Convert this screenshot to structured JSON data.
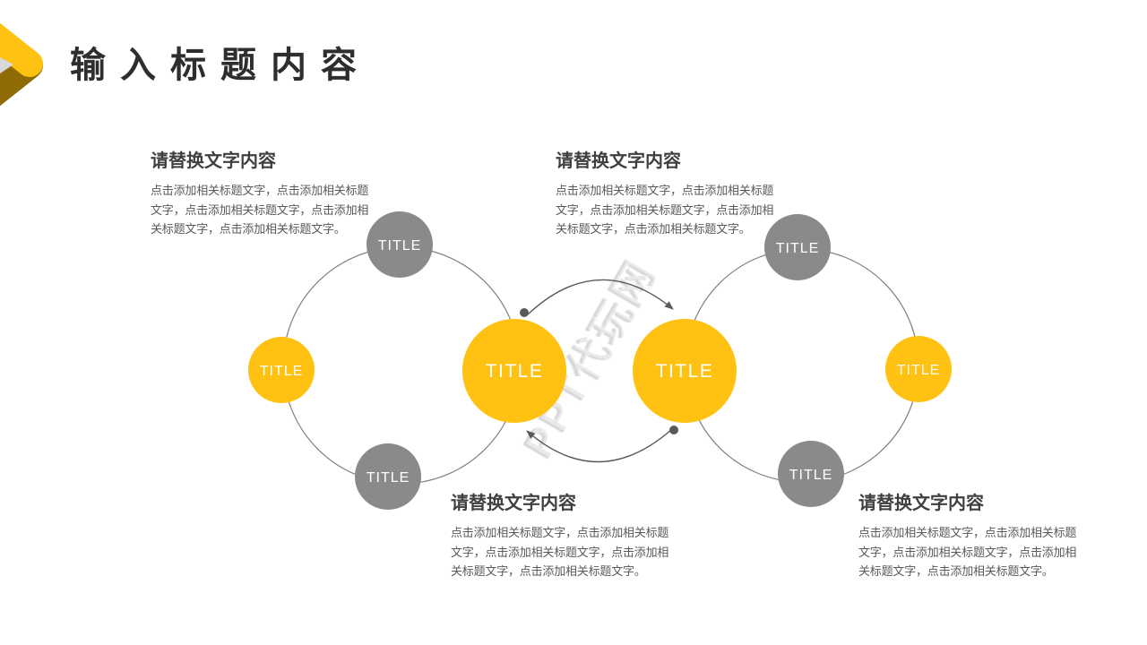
{
  "slide": {
    "title": "输入标题内容"
  },
  "watermark": {
    "text": "PPT代玩网"
  },
  "colors": {
    "accent_yellow": "#ffc112",
    "ribbon_dark_gold": "#8f6b05",
    "node_gray": "#8a8a8a",
    "ring_stroke": "#7f7f7f",
    "arrow_gray": "#595959",
    "title_text": "#2e2e2e",
    "heading_text": "#3f3f3f",
    "body_text": "#595959"
  },
  "blocks": [
    {
      "heading": "请替换文字内容",
      "lines": [
        "点击添加相关标题文字，点击添加相关标题",
        "文字，点击添加相关标题文字，点击添加相",
        "关标题文字，点击添加相关标题文字。"
      ]
    },
    {
      "heading": "请替换文字内容",
      "lines": [
        "点击添加相关标题文字，点击添加相关标题",
        "文字，点击添加相关标题文字，点击添加相",
        "关标题文字，点击添加相关标题文字。"
      ]
    },
    {
      "heading": "请替换文字内容",
      "lines": [
        "点击添加相关标题文字，点击添加相关标题",
        "文字，点击添加相关标题文字，点击添加相",
        "关标题文字，点击添加相关标题文字。"
      ]
    },
    {
      "heading": "请替换文字内容",
      "lines": [
        "点击添加相关标题文字，点击添加相关标题",
        "文字，点击添加相关标题文字，点击添加相",
        "关标题文字，点击添加相关标题文字。"
      ]
    }
  ],
  "diagram": {
    "nodes": [
      {
        "label": "TITLE"
      },
      {
        "label": "TITLE"
      },
      {
        "label": "TITLE"
      },
      {
        "label": "TITLE"
      },
      {
        "label": "TITLE"
      },
      {
        "label": "TITLE"
      },
      {
        "label": "TITLE"
      },
      {
        "label": "TITLE"
      }
    ]
  }
}
